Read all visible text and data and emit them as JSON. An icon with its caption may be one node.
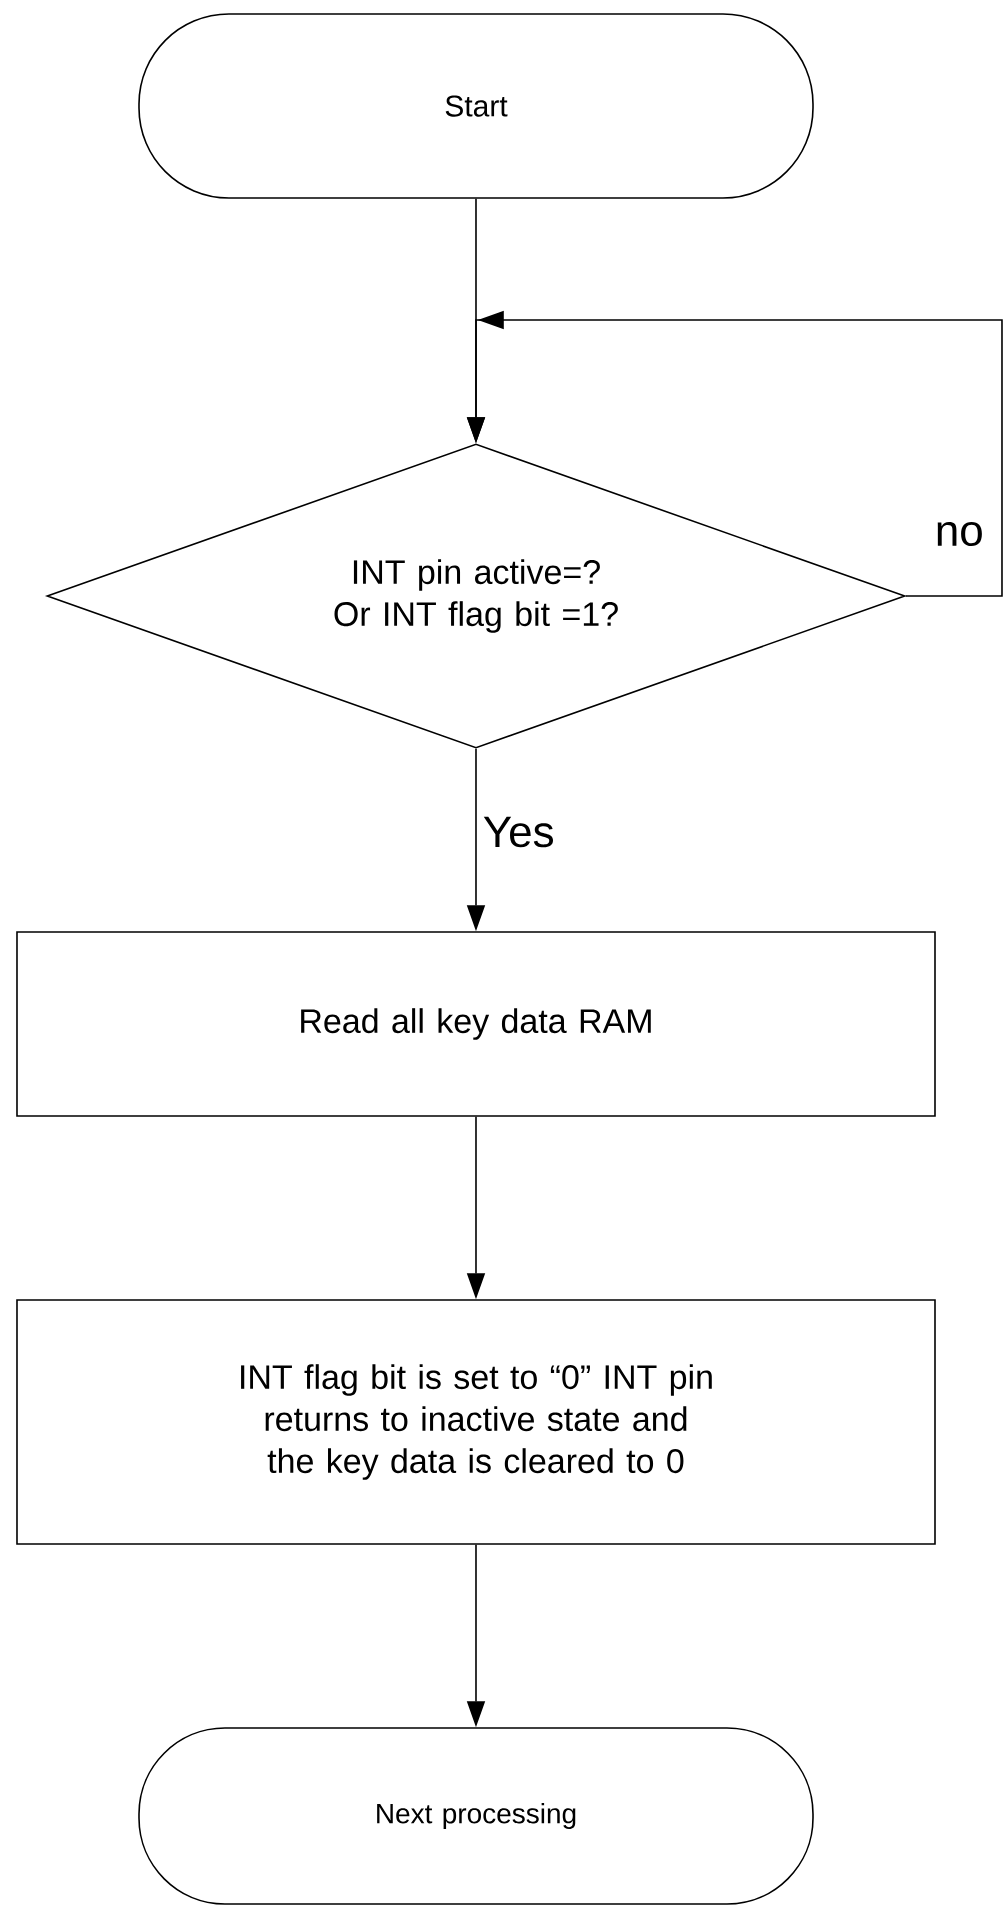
{
  "diagram": {
    "nodes": [
      {
        "text": [
          "Start"
        ]
      },
      {
        "text": [
          "INT pin active=? Or INT flag bit =1?"
        ]
      },
      {
        "text": [
          "Read all key data RAM"
        ]
      },
      {
        "text": [
          "INT flag bit is set to “0” INT pin returns to inactive state and the key data is cleared to 0"
        ]
      },
      {
        "text": [
          "Next processing"
        ]
      }
    ],
    "edges": [
      {
        "from": 0,
        "to": 1,
        "arrow": "to"
      },
      {
        "from": 1,
        "to": 1,
        "arrow": "to",
        "label": "no"
      },
      {
        "from": 1,
        "to": 2,
        "arrow": "to",
        "label": "Yes"
      },
      {
        "from": 2,
        "to": 3,
        "arrow": "to"
      },
      {
        "from": 3,
        "to": 4,
        "arrow": "to"
      }
    ]
  }
}
